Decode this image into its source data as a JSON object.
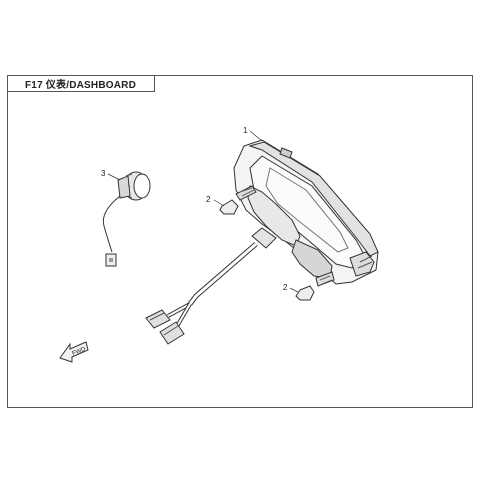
{
  "header": {
    "title": "F17 仪表/DASHBOARD"
  },
  "callouts": {
    "part1": "1",
    "part2a": "2",
    "part2b": "2",
    "part3": "3"
  },
  "fwd_label": "FWD"
}
